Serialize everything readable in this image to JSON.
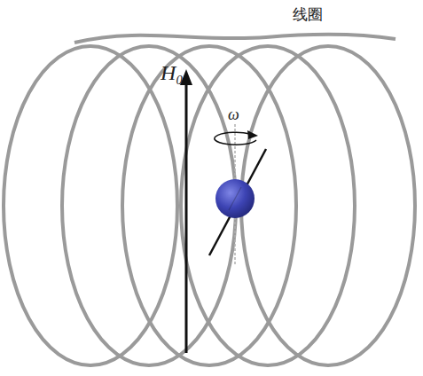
{
  "diagram": {
    "labels": [
      "线圈",
      "H₀",
      "ω"
    ]
  }
}
